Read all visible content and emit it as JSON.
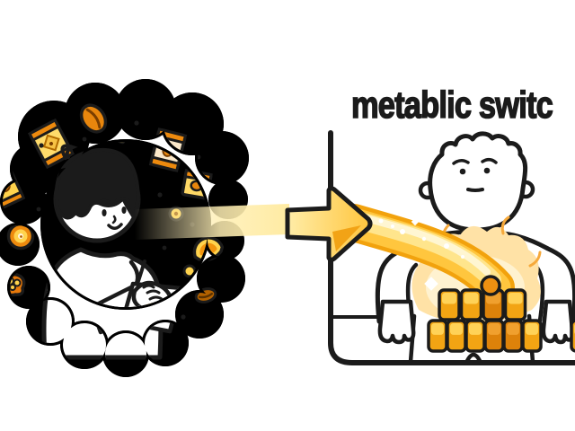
{
  "title": {
    "text": "metablic switc",
    "color": "#1b1b1b"
  },
  "left_scene": {
    "name": "snack-thought-bubble",
    "person": "boy-browsing-phone",
    "snack_icons": [
      "coffee-bean",
      "snack-packet-diamond",
      "candy-square",
      "snack-packet-egg",
      "snack-packet-edge",
      "snack-packet-nut",
      "donut-cookie",
      "mini-cookie",
      "orange-slice",
      "nut-cluster",
      "coffee-bean-small",
      "mini-candy"
    ],
    "crumb_dot_count": 11
  },
  "arrow": {
    "name": "gold-flow-arrow",
    "direction": "left-to-right"
  },
  "right_scene": {
    "name": "metabolic-panel",
    "person": "worried-heavy-figure",
    "belly": "glowing",
    "drop_dot": 1
  },
  "fat_blocks": {
    "top_row": [
      "light",
      "light",
      "dark",
      "light"
    ],
    "bottom_row": [
      "light",
      "light",
      "light",
      "dark",
      "dark",
      "light"
    ],
    "right_edge_partial": "light",
    "colors": {
      "light": "#F2A413",
      "light_top": "#FFD257",
      "dark": "#DD820A",
      "dark_top": "#F0A02E",
      "outline": "#1b1b1b"
    }
  },
  "palette": {
    "outline": "#1b1b1b",
    "gold": "#FFC53D",
    "deep_orange": "#E8860D",
    "pale_gold": "#FFF0BE",
    "glow": "#FFE2A6",
    "cream": "#FFF6D2"
  }
}
